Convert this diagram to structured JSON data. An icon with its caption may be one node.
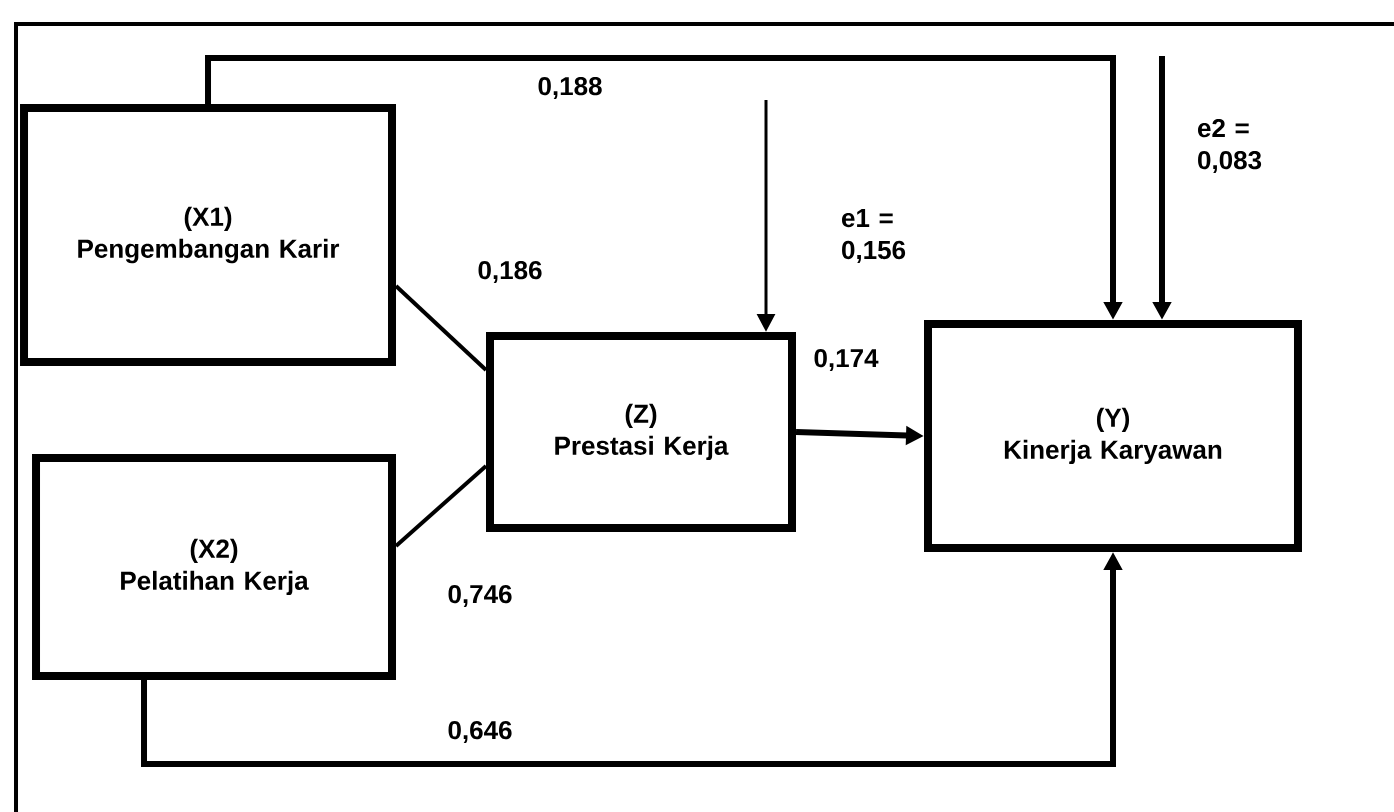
{
  "diagram": {
    "nodes": [
      {
        "text": [
          "(X1)",
          "Pengembangan Karir"
        ]
      },
      {
        "text": [
          "(X2)",
          "Pelatihan Kerja"
        ]
      },
      {
        "text": [
          "(Z)",
          "Prestasi Kerja"
        ]
      },
      {
        "text": [
          "(Y)",
          "Kinerja Karyawan"
        ]
      }
    ],
    "edges": [
      {
        "from": 0,
        "to": 3,
        "arrow": "to",
        "label": "0,188"
      },
      {
        "from": null,
        "to": 2,
        "arrow": "to",
        "label": "e1 = 0,156"
      },
      {
        "from": null,
        "to": 3,
        "arrow": "to",
        "label": "e2 = 0,083"
      },
      {
        "from": 0,
        "to": 2,
        "arrow": "none",
        "label": "0,186"
      },
      {
        "from": 2,
        "to": 3,
        "arrow": "to",
        "label": "0,174"
      },
      {
        "from": 1,
        "to": 2,
        "arrow": "none",
        "label": "0,746"
      },
      {
        "from": 1,
        "to": 3,
        "arrow": "to",
        "label": "0,646"
      }
    ]
  }
}
